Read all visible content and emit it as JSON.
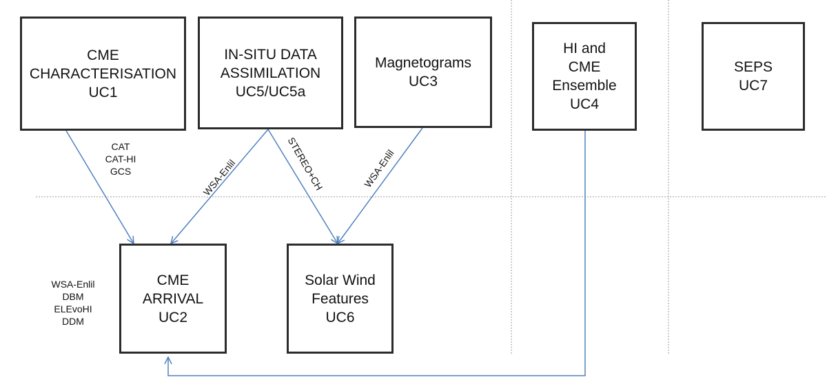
{
  "colors": {
    "arrow": "#4f81bd",
    "box_border": "#2b2b2b",
    "divider": "#9a9a9a"
  },
  "boxes": {
    "uc1": {
      "lines": [
        "CME",
        "CHARACTERISATION",
        "UC1"
      ]
    },
    "uc5": {
      "lines": [
        "IN-SITU DATA",
        "ASSIMILATION",
        "UC5/UC5a"
      ]
    },
    "uc3": {
      "lines": [
        "Magnetograms",
        "UC3"
      ]
    },
    "uc4": {
      "lines": [
        "HI and",
        "CME",
        "Ensemble",
        "UC4"
      ]
    },
    "uc7": {
      "lines": [
        "SEPS",
        "UC7"
      ]
    },
    "uc2": {
      "lines": [
        "CME",
        "ARRIVAL",
        "UC2"
      ]
    },
    "uc6": {
      "lines": [
        "Solar Wind",
        "Features",
        "UC6"
      ]
    }
  },
  "edge_labels": {
    "uc1_to_uc2": [
      "CAT",
      "CAT-HI",
      "GCS"
    ],
    "uc5_to_uc2": "WSA-Enlil",
    "uc5_to_uc6": "STEREO+CH",
    "uc3_to_uc6": "WSA-Enlil"
  },
  "side_labels": {
    "uc2_models": [
      "WSA-Enlil",
      "DBM",
      "ELEvoHI",
      "DDM"
    ]
  }
}
